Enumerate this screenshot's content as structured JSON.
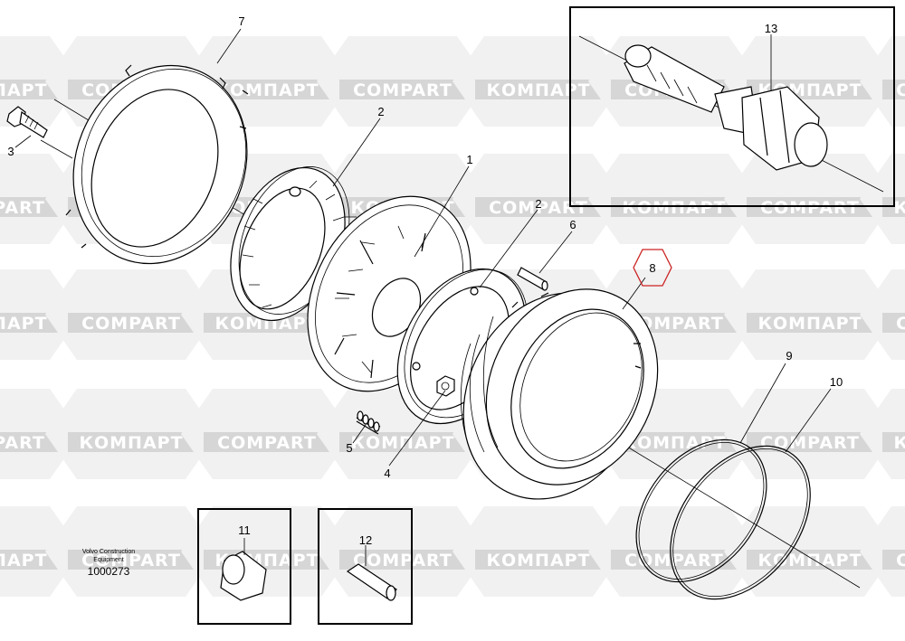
{
  "watermark": {
    "text_latin": "COMPART",
    "text_cyrillic": "КОМПАРТ",
    "color": "#d6d6d6"
  },
  "caption": {
    "line1": "Volvo Construction",
    "line2": "Equipment",
    "number": "1000273"
  },
  "callouts": {
    "c1": "1",
    "c2a": "2",
    "c2b": "2",
    "c3": "3",
    "c4": "4",
    "c5": "5",
    "c6": "6",
    "c7": "7",
    "c8": "8",
    "c9": "9",
    "c10": "10",
    "c11": "11",
    "c12": "12",
    "c13": "13"
  },
  "highlight_color": "#cc2222"
}
